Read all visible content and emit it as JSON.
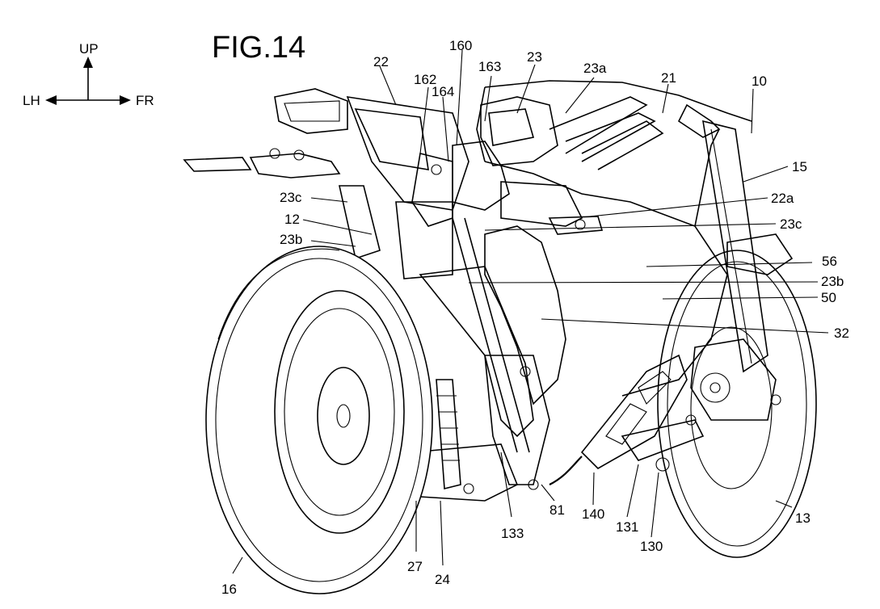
{
  "figure": {
    "title": "FIG.14"
  },
  "orientation": {
    "up": "UP",
    "left": "LH",
    "right": "FR"
  },
  "labels": [
    {
      "key": "l10",
      "text": "10"
    },
    {
      "key": "l15",
      "text": "15"
    },
    {
      "key": "l21",
      "text": "21"
    },
    {
      "key": "l22",
      "text": "22"
    },
    {
      "key": "l22a",
      "text": "22a"
    },
    {
      "key": "l23",
      "text": "23"
    },
    {
      "key": "l23a",
      "text": "23a"
    },
    {
      "key": "l23c_left",
      "text": "23c"
    },
    {
      "key": "l23c_right",
      "text": "23c"
    },
    {
      "key": "l23b_left",
      "text": "23b"
    },
    {
      "key": "l23b_right",
      "text": "23b"
    },
    {
      "key": "l12",
      "text": "12"
    },
    {
      "key": "l160",
      "text": "160"
    },
    {
      "key": "l162",
      "text": "162"
    },
    {
      "key": "l163",
      "text": "163"
    },
    {
      "key": "l164",
      "text": "164"
    },
    {
      "key": "l56",
      "text": "56"
    },
    {
      "key": "l50",
      "text": "50"
    },
    {
      "key": "l32",
      "text": "32"
    },
    {
      "key": "l13",
      "text": "13"
    },
    {
      "key": "l16",
      "text": "16"
    },
    {
      "key": "l24",
      "text": "24"
    },
    {
      "key": "l27",
      "text": "27"
    },
    {
      "key": "l81",
      "text": "81"
    },
    {
      "key": "l130",
      "text": "130"
    },
    {
      "key": "l131",
      "text": "131"
    },
    {
      "key": "l133",
      "text": "133"
    },
    {
      "key": "l140",
      "text": "140"
    }
  ]
}
